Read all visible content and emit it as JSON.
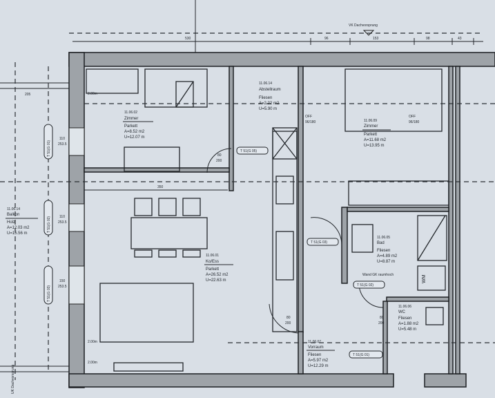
{
  "header": {
    "roof_overhang_top": "VK Dachvorsprung",
    "roof_overhang_left": "UK Dachvorsprung"
  },
  "dimensions": {
    "top_main": "530",
    "top_a": "96",
    "top_b": "153",
    "top_c": "98",
    "top_d": "43",
    "balcony_width": "205",
    "kitchen_len": "350",
    "h200a": "2.00m",
    "h200b": "2.00m",
    "h200c": "2.00m"
  },
  "windows": [
    {
      "tag": "T 51(G 01)",
      "w": "110",
      "h": "253.5"
    },
    {
      "tag": "T 51(G 02)",
      "w": "110",
      "h": "253.5"
    },
    {
      "tag": "T 51(G 03)",
      "w": "150",
      "h": "253.5"
    }
  ],
  "doors": {
    "d1": "T 51(G 05)",
    "d2": "T 51(G 03)",
    "d3": "T 51(G 02)",
    "d4": "T 51(G 01)",
    "size_w": "80",
    "size_h": "200",
    "off": "OFF",
    "off_size": "96/180"
  },
  "rooms": {
    "balkon": {
      "id": "11.06.14",
      "name": "Balkon",
      "floor": "Holz",
      "area": "A=12.03 m2",
      "perimeter": "U=15.56 m"
    },
    "zimmer1": {
      "id": "11.06.02",
      "name": "Zimmer",
      "floor": "Parkett",
      "area": "A=8.52 m2",
      "perimeter": "U=12.07 m"
    },
    "abstell": {
      "id": "11.06.14",
      "name": "Abstellraum",
      "floor": "Fliesen",
      "area": "A=2.22 m2",
      "perimeter": "U=5.90 m"
    },
    "kochen": {
      "id": "11.06.01",
      "name": "Ko/Ess",
      "floor": "Parkett",
      "area": "A=26.52 m2",
      "perimeter": "U=22.63 m"
    },
    "zimmer2": {
      "id": "11.06.09",
      "name": "Zimmer",
      "floor": "Parkett",
      "area": "A=11.68 m2",
      "perimeter": "U=13.95 m"
    },
    "bad": {
      "id": "11.06.05",
      "name": "Bad",
      "floor": "Fliesen",
      "area": "A=4.89 m2",
      "perimeter": "U=8.87 m"
    },
    "wc": {
      "id": "11.06.06",
      "name": "WC",
      "floor": "Fliesen",
      "area": "A=1.88 m2",
      "perimeter": "U=5.48 m"
    },
    "vorraum": {
      "id": "11.06.07",
      "name": "Vorraum",
      "floor": "Fliesen",
      "area": "A=5.97 m2",
      "perimeter": "U=12.29 m"
    }
  },
  "notes": {
    "wall_note": "Wand GK raumhoch",
    "wm": "WM"
  }
}
